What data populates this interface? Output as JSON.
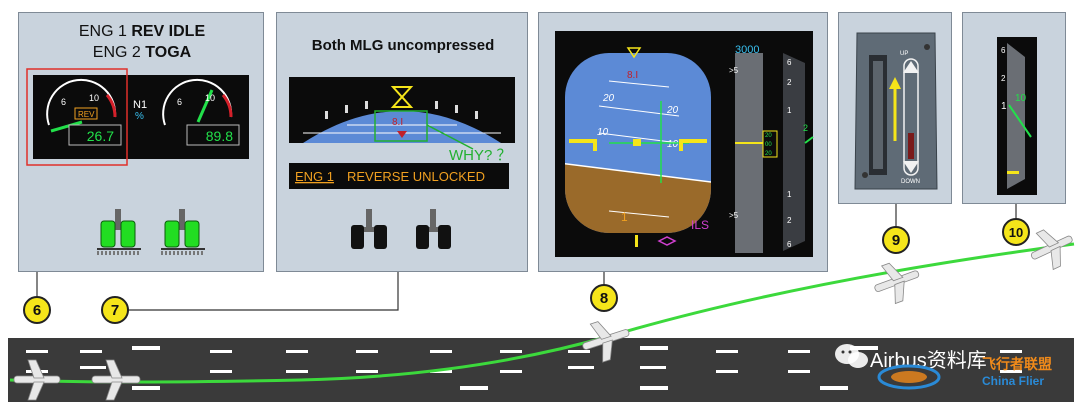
{
  "panel6": {
    "eng1_label": "ENG 1",
    "eng1_mode": "REV IDLE",
    "eng2_label": "ENG 2",
    "eng2_mode": "TOGA",
    "n1_label": "N1",
    "n1_unit": "%",
    "eng1_n1": "26.7",
    "eng2_n1": "89.8",
    "rev_flag": "REV",
    "tick_6": "6",
    "tick_10": "10"
  },
  "panel7": {
    "title": "Both MLG uncompressed",
    "pitch_value": "8.I",
    "question": "WHY? ？",
    "ecam_eng": "ENG 1",
    "ecam_msg": "REVERSE UNLOCKED"
  },
  "panel8": {
    "alt_target": "3000",
    "pitch_20": "20",
    "pitch_10": "10",
    "pitch_value": "8.I",
    "heading_1": "1",
    "alt_top": "20",
    "alt_mid": "00",
    "alt_bot": "20",
    "ils": "ILS",
    "vs_6": "6",
    "vs_2": "2",
    "vs_1": "1",
    "ft5": ">5"
  },
  "panel9": {
    "up": "UP",
    "down": "DOWN"
  },
  "panel10": {
    "scale_1": "1",
    "scale_2": "2",
    "scale_6": "6",
    "value": "10"
  },
  "steps": [
    "6",
    "7",
    "8",
    "9",
    "10"
  ],
  "watermark": {
    "brand": "Airbus资料库",
    "site_cn": "飞行者联盟",
    "site_en": "China Flier"
  },
  "colors": {
    "panel": "#c9d3dd",
    "eicas_green": "#22e04a",
    "amber": "#f0a020",
    "trajectory": "#3cd93c",
    "sky": "#5c8ad6",
    "ground": "#9a6a2a"
  }
}
